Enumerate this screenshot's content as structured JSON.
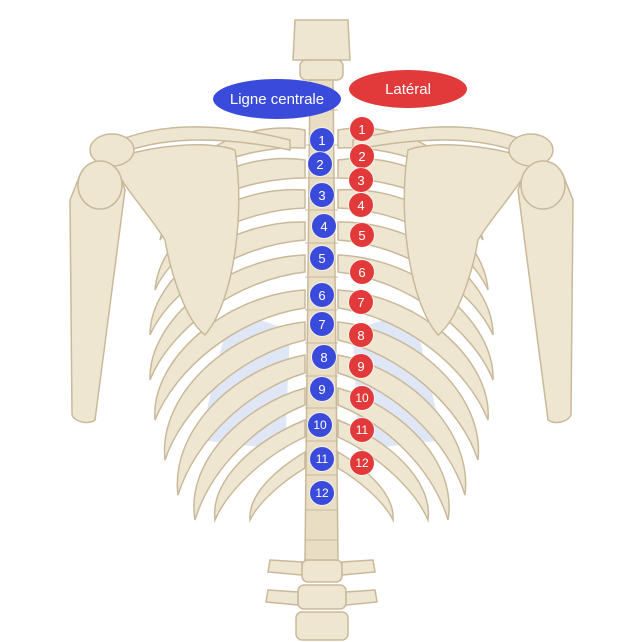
{
  "labels": {
    "midline": "Ligne centrale",
    "lateral": "Latéral"
  },
  "colors": {
    "midline": "#3a4bdc",
    "lateral": "#e23a3a",
    "bone": "#efe6d2",
    "bone_outline": "#c9b99a",
    "lung": "#c9d6ee"
  },
  "midline_points": [
    "1",
    "2",
    "3",
    "4",
    "5",
    "6",
    "7",
    "8",
    "9",
    "10",
    "11",
    "12"
  ],
  "lateral_points": [
    "1",
    "2",
    "3",
    "4",
    "5",
    "6",
    "7",
    "8",
    "9",
    "10",
    "11",
    "12"
  ]
}
